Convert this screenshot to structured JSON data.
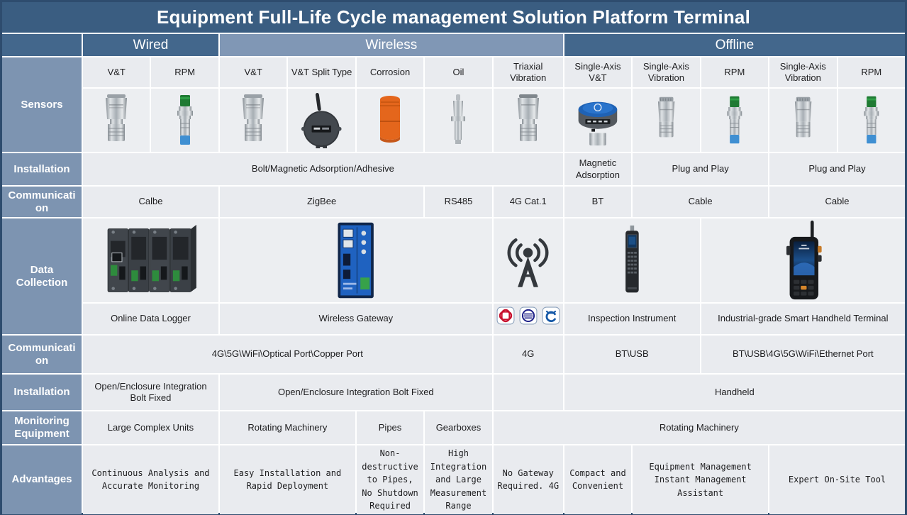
{
  "title": "Equipment Full-Life Cycle management Solution Platform Terminal",
  "groups": {
    "wired": "Wired",
    "wireless": "Wireless",
    "offline": "Offline"
  },
  "row_headers": {
    "sensors": "Sensors",
    "installation1": "Installation",
    "communication1": "Communication",
    "data_collection": "Data Collection",
    "communication2": "Communication",
    "installation2": "Installation",
    "monitoring": "Monitoring Equipment",
    "advantages": "Advantages"
  },
  "rows": {
    "sensor_types": [
      "V&T",
      "RPM",
      "V&T",
      "V&T Split Type",
      "Corrosion",
      "Oil",
      "Triaxial Vibration",
      "Single-Axis V&T",
      "Single-Axis Vibration",
      "RPM",
      "Single-Axis Vibration",
      "RPM"
    ],
    "sensor_images": [
      "vt-sensor",
      "rpm-sensor",
      "vt-sensor",
      "vt-split-sensor",
      "corrosion-sensor",
      "oil-sensor",
      "triaxial-vibration-sensor",
      "single-axis-vt-sensor",
      "single-axis-vibration-sensor",
      "rpm-sensor",
      "single-axis-vibration-sensor",
      "rpm-sensor"
    ],
    "install1": [
      "Bolt/Magnetic Adsorption/Adhesive",
      "Magnetic Adsorption",
      "Plug and Play",
      "Plug and Play"
    ],
    "comm1": [
      "Calbe",
      "ZigBee",
      "RS485",
      "4G Cat.1",
      "BT",
      "Cable",
      "Cable"
    ],
    "dc_labels": [
      "Online Data Logger",
      "Wireless Gateway",
      "Inspection Instrument",
      "Industrial-grade Smart Handheld Terminal"
    ],
    "dc_images": [
      "online-data-logger",
      "wireless-gateway",
      "antenna-icon",
      "inspection-instrument",
      "handheld-terminal"
    ],
    "dc_icons": [
      "china-unicom-icon",
      "china-mobile-icon",
      "china-telecom-icon"
    ],
    "comm2": [
      "4G\\5G\\WiFi\\Optical Port\\Copper Port",
      "4G",
      "BT\\USB",
      "BT\\USB\\4G\\5G\\WiFi\\Ethernet Port"
    ],
    "install2": [
      "Open/Enclosure Integration Bolt Fixed",
      "Open/Enclosure Integration Bolt Fixed",
      "Handheld"
    ],
    "monitoring": [
      "Large Complex Units",
      "Rotating Machinery",
      "Pipes",
      "Gearboxes",
      "Rotating Machinery"
    ],
    "advantages": [
      "Continuous Analysis and Accurate Monitoring",
      "Easy Installation and Rapid Deployment",
      "Non-destructive to Pipes, No Shutdown Required",
      "High Integration and Large Measurement Range",
      "No Gateway Required. 4G",
      "Compact and Convenient",
      "Equipment Management Instant Management Assistant",
      "Expert On-Site Tool"
    ]
  },
  "colors": {
    "title_bar": "#3A5D81",
    "group_dark": "#43678C",
    "group_light": "#8097B5",
    "row_header": "#7D94B1",
    "cell_bg": "#E9EBEF",
    "frame": "#2E4C6E"
  }
}
